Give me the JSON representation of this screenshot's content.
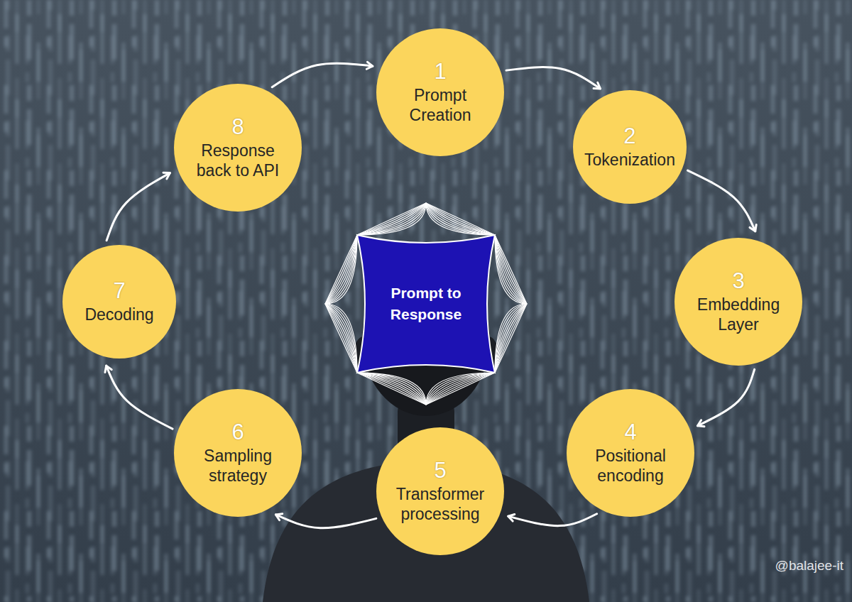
{
  "diagram": {
    "nodes": [
      {
        "text": [
          "1",
          "Prompt Creation"
        ]
      },
      {
        "text": [
          "2",
          "Tokenization"
        ]
      },
      {
        "text": [
          "3",
          "Embedding Layer"
        ]
      },
      {
        "text": [
          "4",
          "Positional encoding"
        ]
      },
      {
        "text": [
          "5",
          "Transformer processing"
        ]
      },
      {
        "text": [
          "6",
          "Sampling strategy"
        ]
      },
      {
        "text": [
          "7",
          "Decoding"
        ]
      },
      {
        "text": [
          "8",
          "Response back to API"
        ]
      },
      {
        "text": [
          "Prompt to Response"
        ]
      }
    ],
    "edges": [
      {
        "from": 0,
        "to": 1,
        "arrow": "to"
      },
      {
        "from": 1,
        "to": 2,
        "arrow": "to"
      },
      {
        "from": 2,
        "to": 3,
        "arrow": "to"
      },
      {
        "from": 3,
        "to": 4,
        "arrow": "to"
      },
      {
        "from": 4,
        "to": 5,
        "arrow": "to"
      },
      {
        "from": 5,
        "to": 6,
        "arrow": "to"
      },
      {
        "from": 6,
        "to": 7,
        "arrow": "to"
      },
      {
        "from": 7,
        "to": 0,
        "arrow": "to"
      }
    ],
    "labels": [
      "@balajee-it"
    ]
  }
}
